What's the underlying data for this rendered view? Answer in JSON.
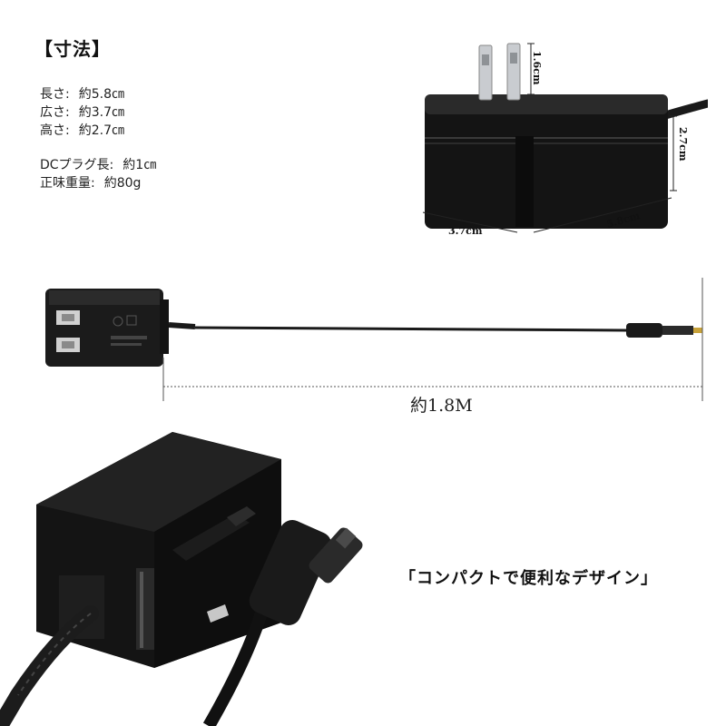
{
  "heading": "【寸法】",
  "specs": [
    {
      "label": "長さ:",
      "value": "約5.8㎝"
    },
    {
      "label": "広さ:",
      "value": "約3.7㎝"
    },
    {
      "label": "高さ:",
      "value": "約2.7㎝"
    }
  ],
  "specs2": [
    {
      "label": "DCプラグ長:",
      "value": "約1㎝"
    },
    {
      "label": "正味重量:",
      "value": "約80g"
    }
  ],
  "dimensions": {
    "pin_height": "1.6cm",
    "height": "2.7cm",
    "width": "3.7cm",
    "length": "5.8cm"
  },
  "cable_length": "約1.8M",
  "caption": "「コンパクトで便利なデザイン」",
  "colors": {
    "body": "#141414",
    "cable": "#1a1a1a",
    "pins": "#bfc3c7"
  }
}
